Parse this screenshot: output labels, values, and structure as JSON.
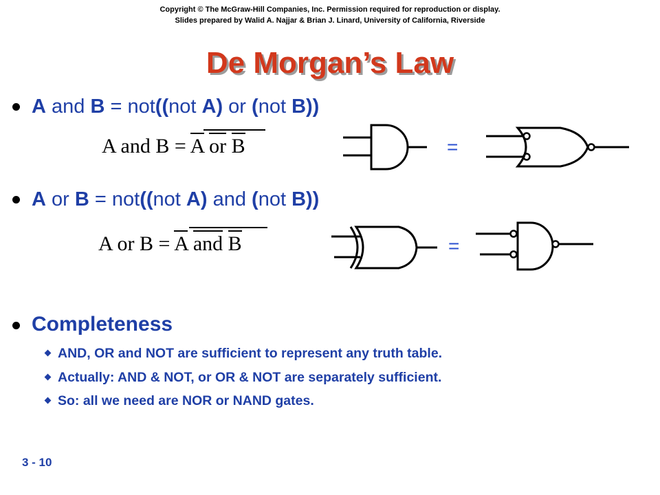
{
  "header": {
    "copyright": "Copyright © The McGraw-Hill Companies, Inc. Permission required for reproduction or display.",
    "credits": "Slides prepared by Walid A. Najjar & Brian J. Linard, University of California, Riverside"
  },
  "title": "De Morgan’s Law",
  "law1": {
    "parts": [
      "A",
      " and ",
      "B",
      " = not",
      "((",
      "not ",
      "A",
      ")",
      " or ",
      "(",
      "not ",
      "B",
      "))"
    ],
    "formula": {
      "lhs": "A and B =",
      "a": "A",
      "op": "or",
      "b": "B"
    },
    "equals": "="
  },
  "law2": {
    "parts": [
      "A",
      " or ",
      "B",
      " = not",
      "((",
      "not ",
      "A",
      ")",
      " and ",
      "(",
      "not ",
      "B",
      "))"
    ],
    "formula": {
      "lhs": "A or B =",
      "a": "A",
      "op": "and",
      "b": "B"
    },
    "equals": "="
  },
  "completeness": {
    "heading": "Completeness",
    "items": [
      "AND, OR and NOT are sufficient to represent any truth table.",
      "Actually: AND & NOT, or OR & NOT are separately sufficient.",
      "So: all we need are NOR or NAND gates."
    ]
  },
  "page_number": "3 - 10"
}
